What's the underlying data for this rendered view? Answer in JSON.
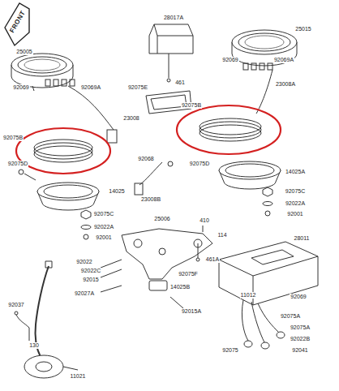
{
  "diagram": {
    "labels": [
      "FRONT",
      "25005",
      "92069",
      "92069A",
      "92075B",
      "23008",
      "92075E",
      "28017A",
      "461",
      "25015",
      "92069",
      "92069A",
      "23008A",
      "92075B",
      "92068",
      "92075D",
      "23008B",
      "14025A",
      "92075C",
      "92022A",
      "92001",
      "92075D",
      "14025",
      "92075C",
      "92022A",
      "92001",
      "25006",
      "410",
      "114",
      "461A",
      "92022",
      "92022C",
      "92015",
      "92075F",
      "14025B",
      "92027A",
      "92015A",
      "92037",
      "130",
      "11021",
      "28011",
      "11012",
      "92069",
      "92075A",
      "92075A",
      "92022B",
      "92041",
      "92075"
    ]
  }
}
